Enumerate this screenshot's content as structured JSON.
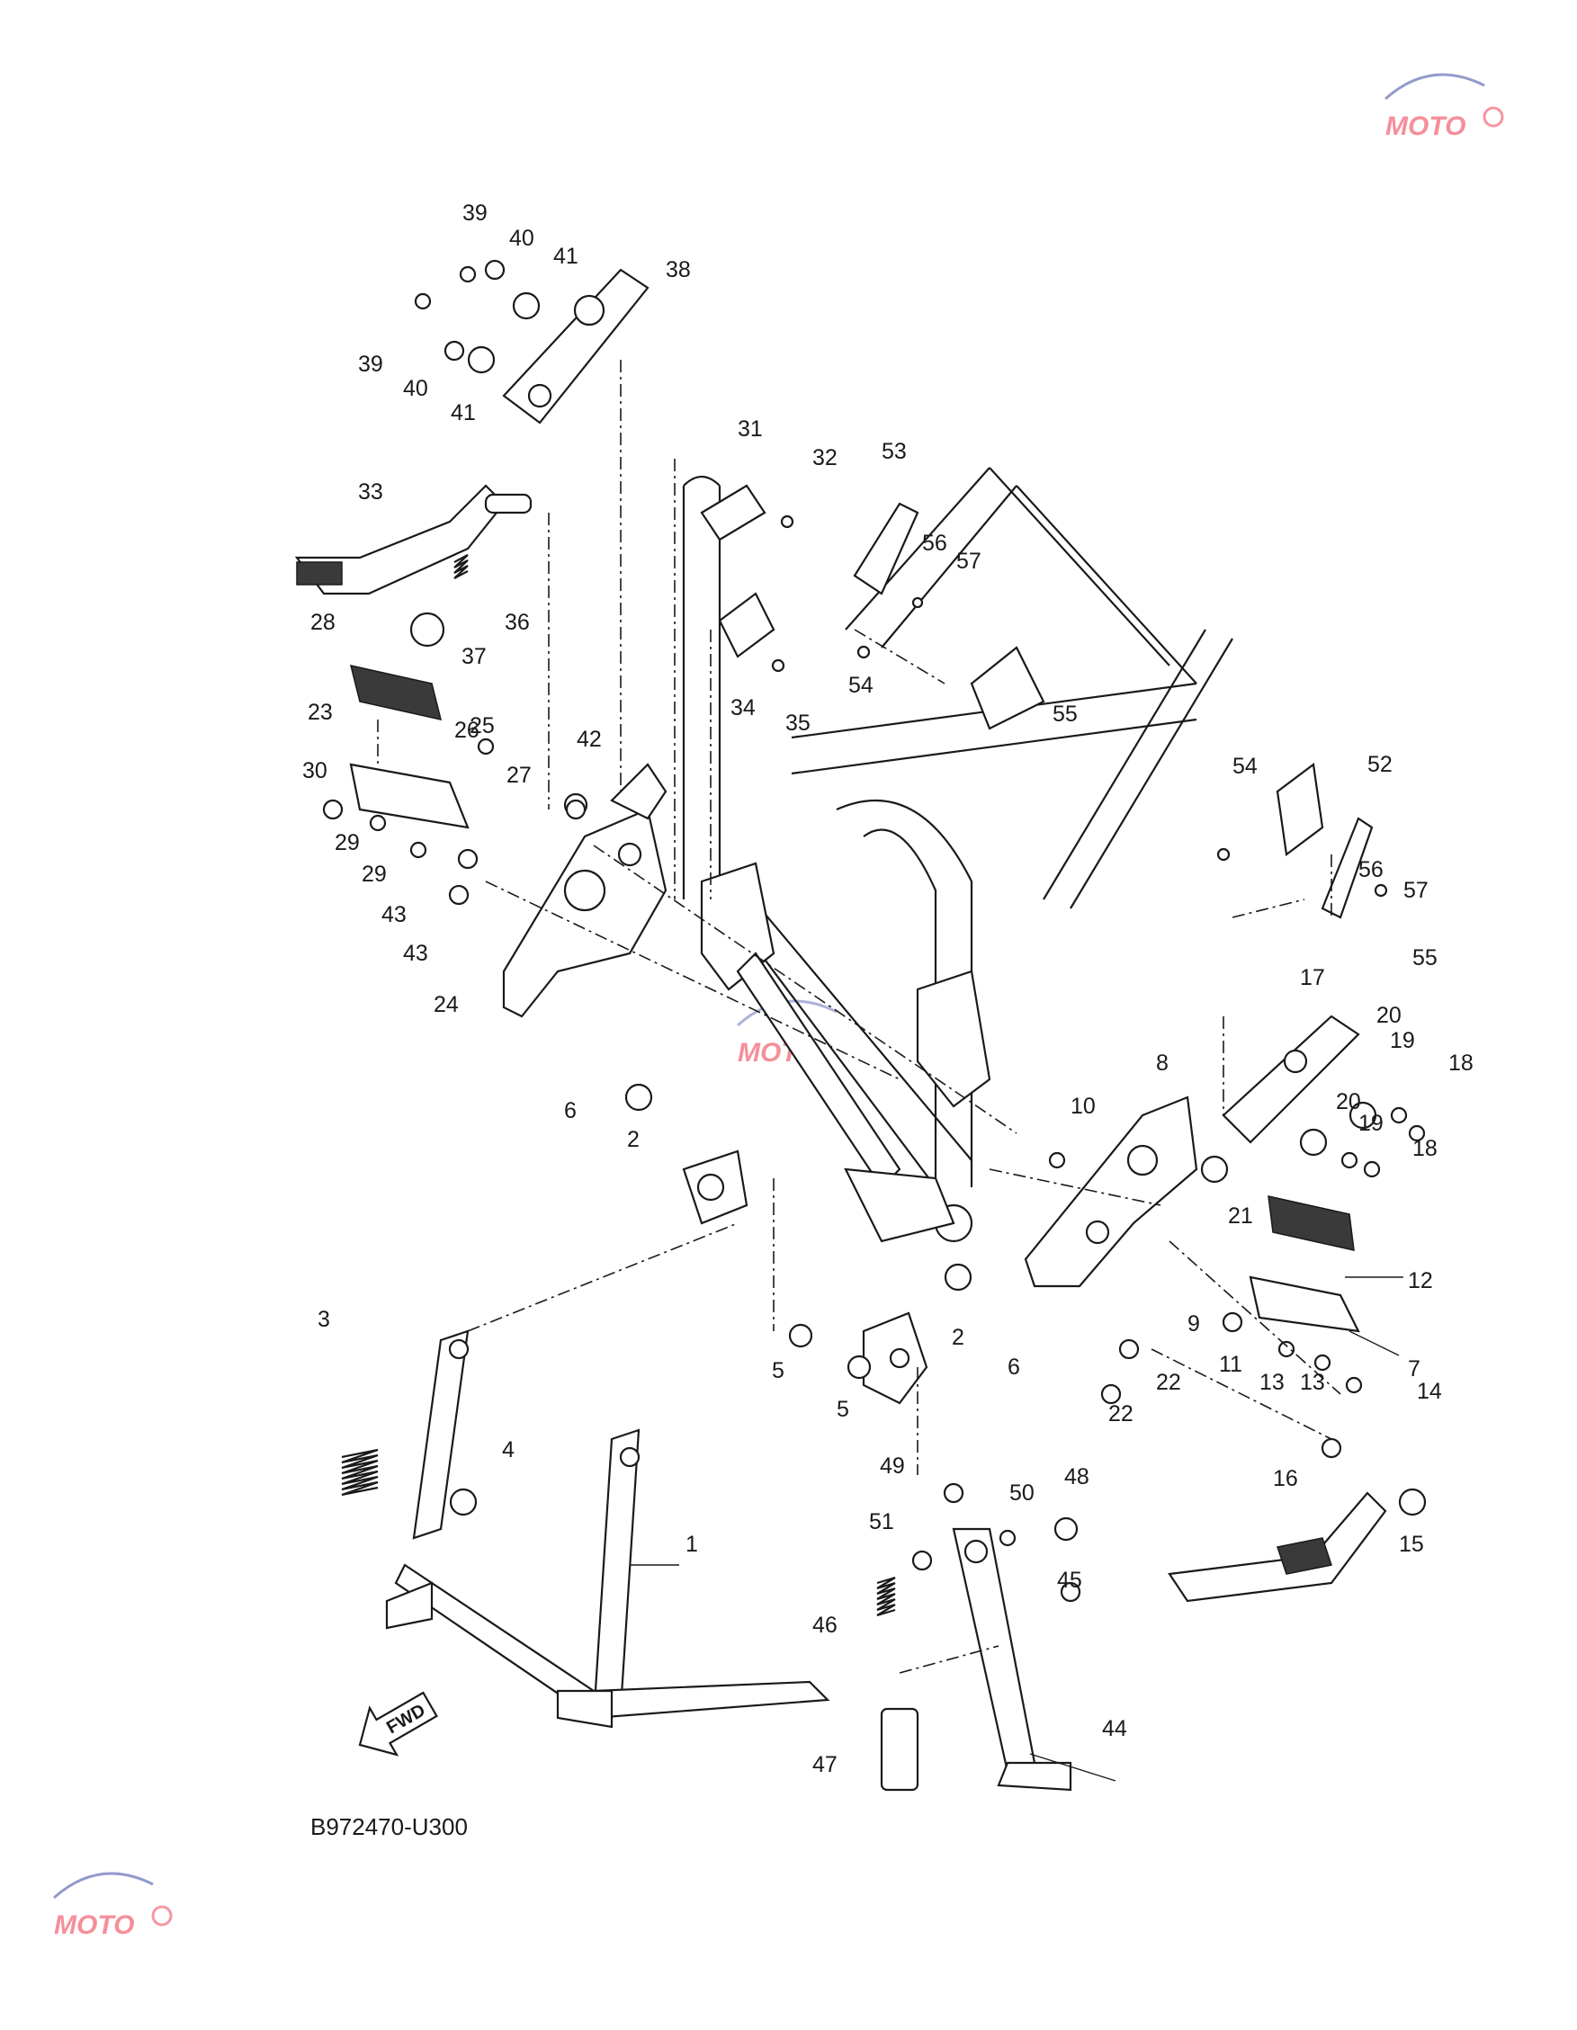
{
  "diagram": {
    "code": "B972470-U300",
    "direction_label": "FWD",
    "watermark_text": "MOTO"
  },
  "callouts": [
    {
      "n": "1"
    },
    {
      "n": "2"
    },
    {
      "n": "2"
    },
    {
      "n": "3"
    },
    {
      "n": "4"
    },
    {
      "n": "5"
    },
    {
      "n": "5"
    },
    {
      "n": "6"
    },
    {
      "n": "6"
    },
    {
      "n": "7"
    },
    {
      "n": "8"
    },
    {
      "n": "9"
    },
    {
      "n": "10"
    },
    {
      "n": "11"
    },
    {
      "n": "12"
    },
    {
      "n": "13"
    },
    {
      "n": "13"
    },
    {
      "n": "14"
    },
    {
      "n": "15"
    },
    {
      "n": "16"
    },
    {
      "n": "17"
    },
    {
      "n": "18"
    },
    {
      "n": "18"
    },
    {
      "n": "19"
    },
    {
      "n": "19"
    },
    {
      "n": "20"
    },
    {
      "n": "20"
    },
    {
      "n": "21"
    },
    {
      "n": "22"
    },
    {
      "n": "22"
    },
    {
      "n": "23"
    },
    {
      "n": "24"
    },
    {
      "n": "25"
    },
    {
      "n": "26"
    },
    {
      "n": "27"
    },
    {
      "n": "28"
    },
    {
      "n": "29"
    },
    {
      "n": "29"
    },
    {
      "n": "30"
    },
    {
      "n": "31"
    },
    {
      "n": "32"
    },
    {
      "n": "33"
    },
    {
      "n": "34"
    },
    {
      "n": "35"
    },
    {
      "n": "36"
    },
    {
      "n": "37"
    },
    {
      "n": "38"
    },
    {
      "n": "39"
    },
    {
      "n": "39"
    },
    {
      "n": "40"
    },
    {
      "n": "40"
    },
    {
      "n": "41"
    },
    {
      "n": "41"
    },
    {
      "n": "42"
    },
    {
      "n": "43"
    },
    {
      "n": "43"
    },
    {
      "n": "44"
    },
    {
      "n": "45"
    },
    {
      "n": "46"
    },
    {
      "n": "47"
    },
    {
      "n": "48"
    },
    {
      "n": "49"
    },
    {
      "n": "50"
    },
    {
      "n": "51"
    },
    {
      "n": "52"
    },
    {
      "n": "53"
    },
    {
      "n": "54"
    },
    {
      "n": "54"
    },
    {
      "n": "55"
    },
    {
      "n": "55"
    },
    {
      "n": "56"
    },
    {
      "n": "56"
    },
    {
      "n": "57"
    },
    {
      "n": "57"
    }
  ]
}
